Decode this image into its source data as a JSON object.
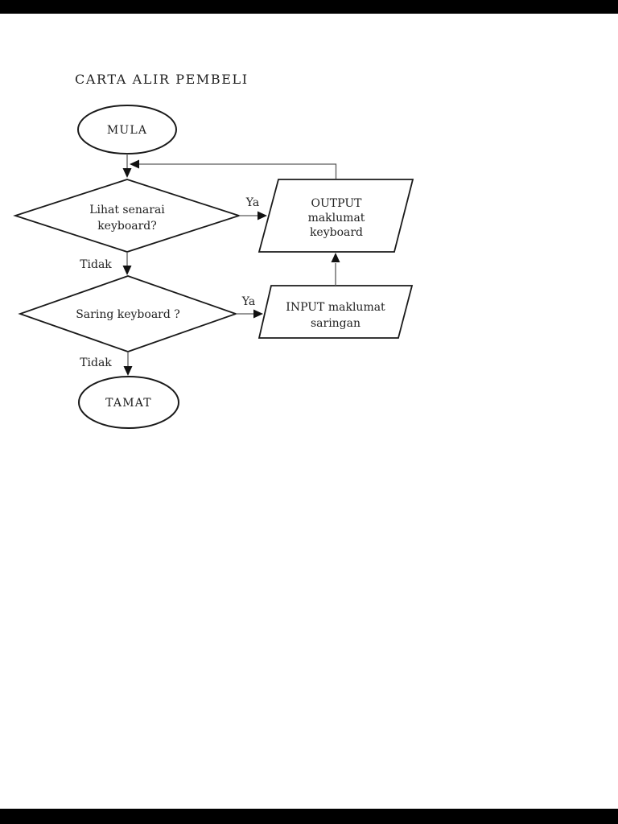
{
  "page": {
    "title": "CARTA ALIR PEMBELI",
    "background": "#ffffff",
    "letterbox_color": "#000000"
  },
  "colors": {
    "shape_stroke": "#1a1a1a",
    "connector": "#5a5a5a",
    "arrowhead": "#111111",
    "text": "#1f1f1f"
  },
  "flowchart": {
    "nodes": [
      {
        "id": "start",
        "type": "terminator",
        "label": "MULA"
      },
      {
        "id": "decision-lihat",
        "type": "decision",
        "line1": "Lihat senarai",
        "line2": "keyboard?"
      },
      {
        "id": "output-keyboard",
        "type": "input-output",
        "line1": "OUTPUT",
        "line2": "maklumat",
        "line3": "keyboard"
      },
      {
        "id": "decision-saring",
        "type": "decision",
        "line1": "Saring keyboard ?"
      },
      {
        "id": "input-saringan",
        "type": "input-output",
        "line1": "INPUT maklumat",
        "line2": "saringan"
      },
      {
        "id": "end",
        "type": "terminator",
        "label": "TAMAT"
      }
    ],
    "edges": [
      {
        "from": "start",
        "to": "decision-lihat",
        "label": ""
      },
      {
        "from": "decision-lihat",
        "to": "output-keyboard",
        "label": "Ya"
      },
      {
        "from": "decision-lihat",
        "to": "decision-saring",
        "label": "Tidak"
      },
      {
        "from": "decision-saring",
        "to": "input-saringan",
        "label": "Ya"
      },
      {
        "from": "decision-saring",
        "to": "end",
        "label": "Tidak"
      },
      {
        "from": "input-saringan",
        "to": "output-keyboard",
        "label": ""
      },
      {
        "from": "output-keyboard",
        "to": "decision-lihat",
        "label": ""
      }
    ]
  }
}
